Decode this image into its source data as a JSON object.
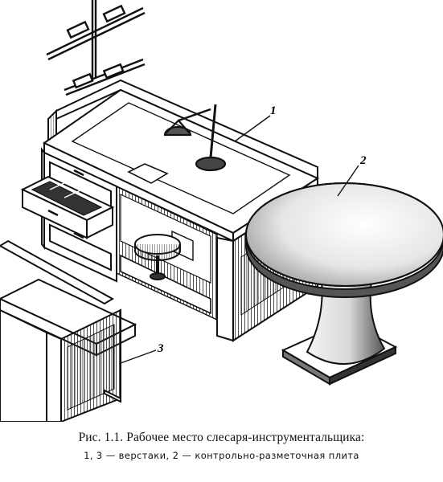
{
  "figure": {
    "callouts": [
      "1",
      "2",
      "3"
    ]
  },
  "caption": {
    "title": "Рис. 1.1. Рабочее место слесаря-инструментальщика:",
    "legend": "1, 3 — верстаки, 2 — контрольно-разметочная плита"
  }
}
